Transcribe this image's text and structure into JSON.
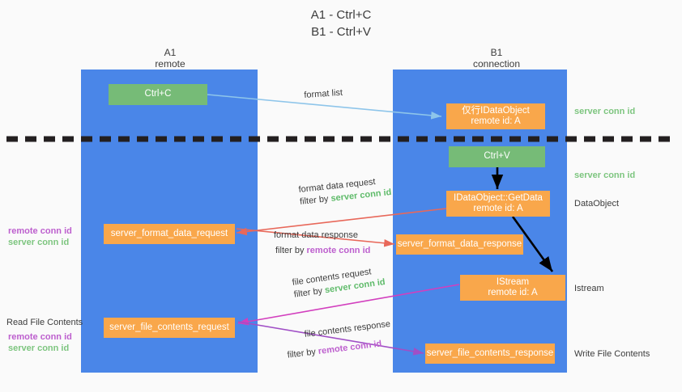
{
  "title": {
    "line1": "A1 - Ctrl+C",
    "line2": "B1 - Ctrl+V"
  },
  "columns": [
    {
      "name": "A1",
      "sub": "remote"
    },
    {
      "name": "B1",
      "sub": "connection"
    }
  ],
  "nodes": {
    "ctrl_c": "Ctrl+C",
    "ctrl_v": "Ctrl+V",
    "idataobject_top_l1": "仅行IDataObject",
    "idataobject_top_l2": "remote id: A",
    "getdata_l1": "IDataObject::GetData",
    "getdata_l2": "remote id: A",
    "istream_l1": "IStream",
    "istream_l2": "remote id: A",
    "format_data_request": "server_format_data_request",
    "format_data_response": "server_format_data_response",
    "file_contents_request": "server_file_contents_request",
    "file_contents_response": "server_file_contents_response"
  },
  "edges": {
    "format_list": "format list",
    "fdr_line1": "format data request",
    "fdr_filter_prefix": "filter by ",
    "fdr_filter_value": "server conn id",
    "fdresp_line1": "format data response",
    "fdresp_filter_prefix": "filter by ",
    "fdresp_filter_value": "remote conn id",
    "fcr_line1": "file contents request",
    "fcr_filter_prefix": "filter by ",
    "fcr_filter_value": "server conn id",
    "fcresp_line1": "file contents response",
    "fcresp_filter_prefix": "filter by ",
    "fcresp_filter_value": "remote conn id"
  },
  "right_notes": {
    "server_conn_id_top": "server conn id",
    "server_conn_id_mid": "server conn id",
    "dataobject": "DataObject",
    "istream": "Istream",
    "write_file_contents": "Write File Contents"
  },
  "left_notes": {
    "remote_conn_id_mid": "remote conn id",
    "server_conn_id_mid": "server conn id",
    "read_file_contents": "Read File Contents",
    "remote_conn_id_bottom": "remote conn id",
    "server_conn_id_bottom": "server conn id"
  },
  "colors": {
    "lane": "#4a86e8",
    "green_node": "#76bb77",
    "orange_node": "#f9a74b",
    "arrow_light_blue": "#8ec5ea",
    "arrow_red": "#e8685a",
    "arrow_magenta": "#d23fbe",
    "arrow_purple": "#a04fc6",
    "arrow_black": "#000000",
    "conn_green": "#5fbb6a",
    "conn_purple": "#bd5fce"
  }
}
